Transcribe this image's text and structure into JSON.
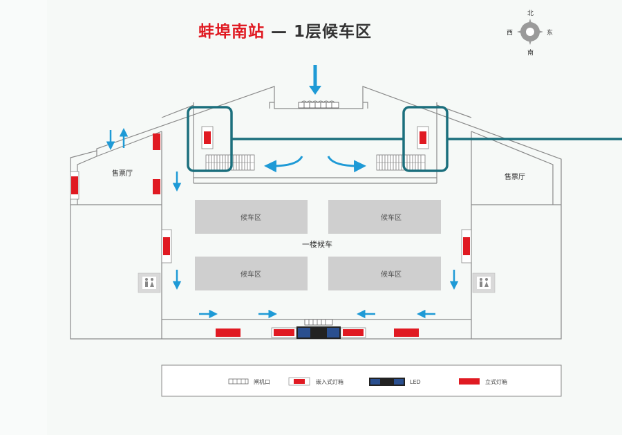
{
  "title": {
    "station": "蚌埠南站",
    "separator": " — ",
    "floor": "1层候车区"
  },
  "compass": {
    "north": "北",
    "south": "南",
    "east": "东",
    "west": "西"
  },
  "rooms": {
    "ticket_hall_left": "售票厅",
    "ticket_hall_right": "售票厅",
    "center_label": "一楼候车",
    "waiting_areas": [
      "候车区",
      "候车区",
      "候车区",
      "候车区"
    ]
  },
  "legend": {
    "gate": "闸机口",
    "embedded_lightbox": "嵌入式灯箱",
    "led": "LED",
    "standing_lightbox": "立式灯箱"
  },
  "colors": {
    "red": "#e01a22",
    "blue_arrow": "#1e9ad6",
    "highlight": "#1b6f7d",
    "wall": "#8a8a8a",
    "waiting_zone": "#cfcfcf",
    "led": "#2a4f8f"
  }
}
